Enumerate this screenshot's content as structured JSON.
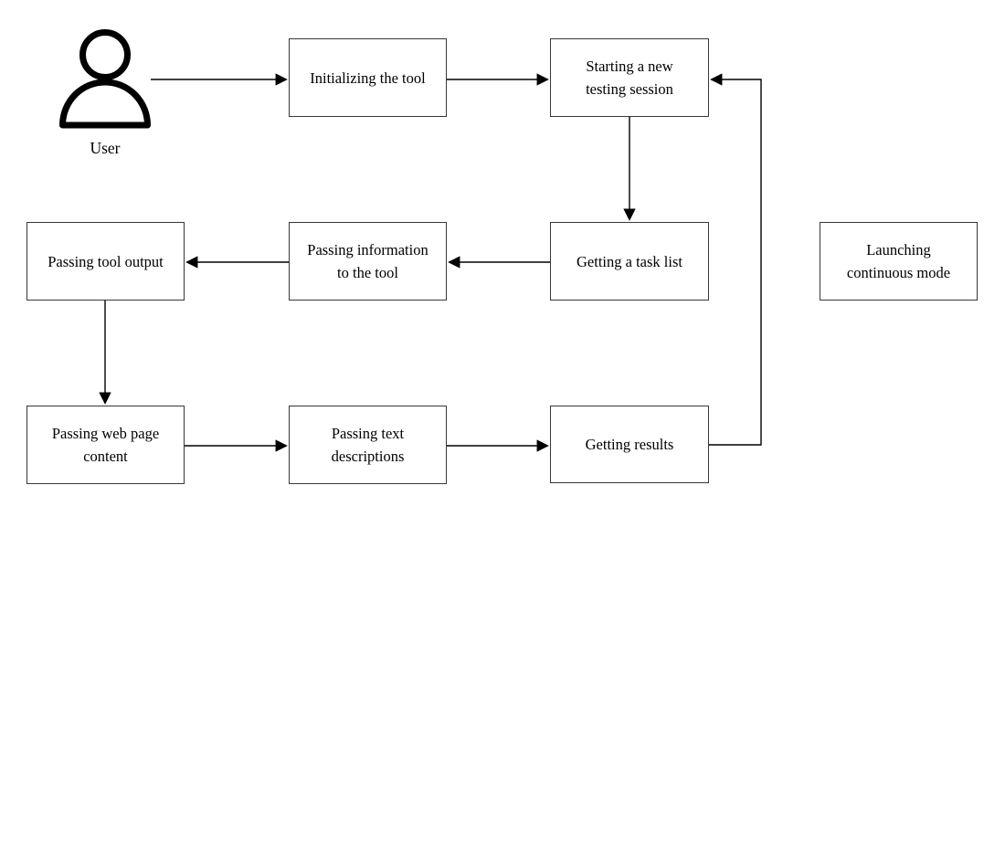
{
  "diagram": {
    "actor": {
      "label": "User"
    },
    "nodes": [
      {
        "id": "initializing-the-tool",
        "label": "Initializing the tool"
      },
      {
        "id": "starting-a-new-testing-session",
        "label": "Starting a new\ntesting session"
      },
      {
        "id": "getting-a-task-list",
        "label": "Getting a task list"
      },
      {
        "id": "passing-information-to-the-tool",
        "label": "Passing information\nto the tool"
      },
      {
        "id": "passing-tool-output",
        "label": "Passing tool output"
      },
      {
        "id": "passing-web-page-content",
        "label": "Passing web page\ncontent"
      },
      {
        "id": "passing-text-descriptions",
        "label": "Passing text\ndescriptions"
      },
      {
        "id": "getting-results",
        "label": "Getting results"
      },
      {
        "id": "launching-continuous-mode",
        "label": "Launching\ncontinuous mode"
      }
    ],
    "edges": [
      {
        "from": "user",
        "to": "initializing-the-tool"
      },
      {
        "from": "initializing-the-tool",
        "to": "starting-a-new-testing-session"
      },
      {
        "from": "starting-a-new-testing-session",
        "to": "getting-a-task-list"
      },
      {
        "from": "getting-a-task-list",
        "to": "passing-information-to-the-tool"
      },
      {
        "from": "passing-information-to-the-tool",
        "to": "passing-tool-output"
      },
      {
        "from": "passing-tool-output",
        "to": "passing-web-page-content"
      },
      {
        "from": "passing-web-page-content",
        "to": "passing-text-descriptions"
      },
      {
        "from": "passing-text-descriptions",
        "to": "getting-results"
      },
      {
        "from": "getting-results",
        "to": "starting-a-new-testing-session"
      }
    ],
    "colors": {
      "background": "#ffffff",
      "node_fill": "#ffffff",
      "node_border": "#383838",
      "arrow": "#000000",
      "text": "#000000",
      "actor_icon": "#000000"
    }
  }
}
